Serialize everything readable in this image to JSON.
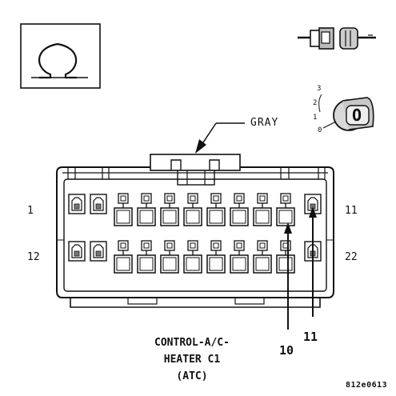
{
  "wire_color_label": "GRAY",
  "pin_numbers": {
    "top_left": "1",
    "top_right": "11",
    "bottom_left": "12",
    "bottom_right": "22"
  },
  "callouts": {
    "pin_10": "10",
    "pin_11": "11"
  },
  "connector_title": [
    "CONTROL-A/C-",
    "HEATER C1",
    "(ATC)"
  ],
  "figure_code": "812e0613",
  "ignition_positions": [
    "3",
    "2",
    "1",
    "0"
  ],
  "ignition_key_label": "O",
  "icons": {
    "view_symbol": "omega-view-icon",
    "connector_disconnect": "connector-disconnect-icon",
    "ignition_key": "ignition-key-icon"
  }
}
